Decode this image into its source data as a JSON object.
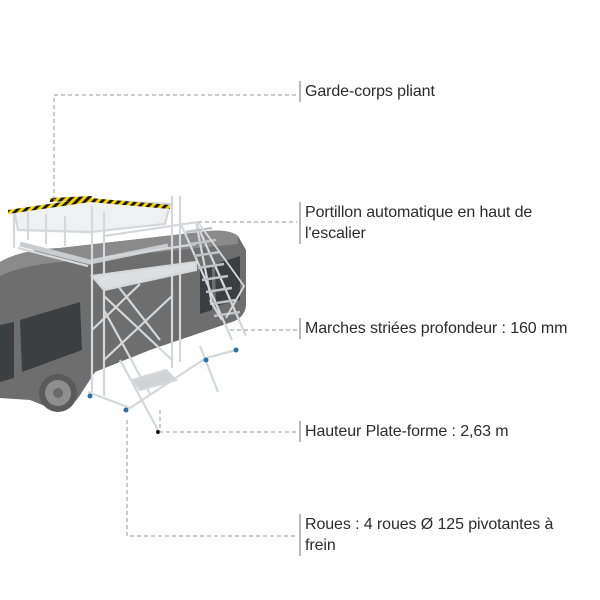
{
  "diagram": {
    "subject": "Plate-forme d'accès aluminium pour toit de bus",
    "colors": {
      "background": "#ffffff",
      "label_text": "#2b2b2b",
      "label_bar": "#b9b9b9",
      "leader_line": "#9a9a9a",
      "bus_body": "#6e6e6e",
      "scaffold": "#d8dcdf",
      "guardrail_stripe_yellow": "#f2d100",
      "guardrail_stripe_black": "#1a1a1a",
      "wheel_accent": "#2d6fa8"
    },
    "callouts": [
      {
        "id": "garde-corps",
        "lines": [
          "Garde-corps pliant"
        ]
      },
      {
        "id": "portillon",
        "lines": [
          "Portillon automatique en haut de",
          "l'escalier"
        ]
      },
      {
        "id": "marches",
        "lines": [
          "Marches striées profondeur : 160 mm"
        ]
      },
      {
        "id": "hauteur",
        "lines": [
          "Hauteur Plate-forme : 2,63 m"
        ]
      },
      {
        "id": "roues",
        "lines": [
          "Roues : 4 roues Ø 125 pivotantes à",
          "frein"
        ]
      }
    ]
  }
}
